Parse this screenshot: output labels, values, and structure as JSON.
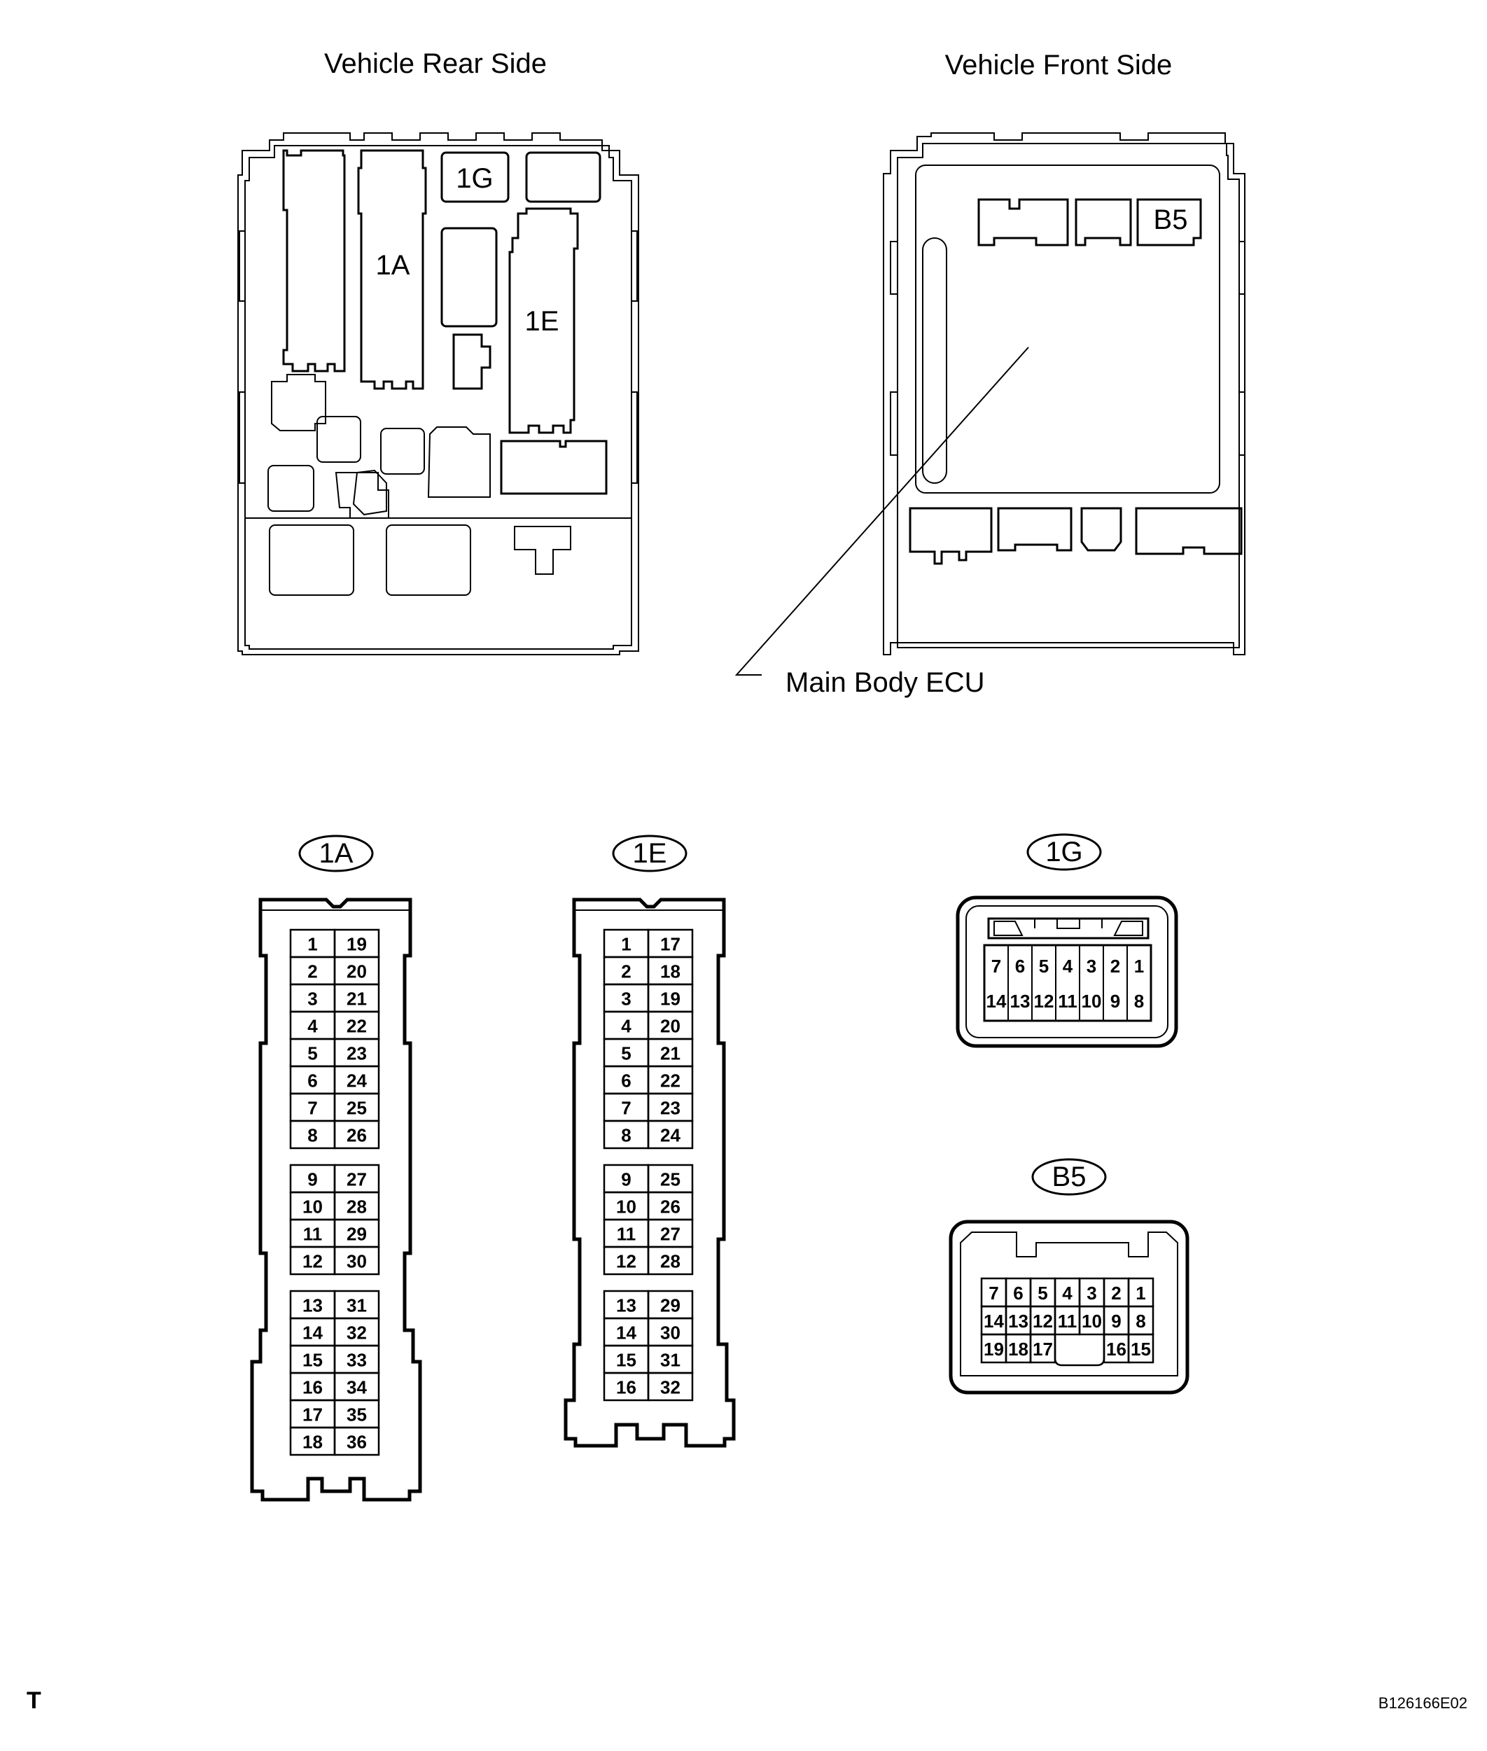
{
  "views": {
    "rear_title": "Vehicle Rear Side",
    "front_title": "Vehicle Front Side",
    "ecu_label": "Main Body ECU",
    "rear_labels": {
      "c1A": "1A",
      "c1G": "1G",
      "c1E": "1E"
    },
    "front_labels": {
      "cB5": "B5"
    }
  },
  "connectors": {
    "c1A": {
      "badge": "1A",
      "groups": [
        [
          [
            "1",
            "19"
          ],
          [
            "2",
            "20"
          ],
          [
            "3",
            "21"
          ],
          [
            "4",
            "22"
          ],
          [
            "5",
            "23"
          ],
          [
            "6",
            "24"
          ],
          [
            "7",
            "25"
          ],
          [
            "8",
            "26"
          ]
        ],
        [
          [
            "9",
            "27"
          ],
          [
            "10",
            "28"
          ],
          [
            "11",
            "29"
          ],
          [
            "12",
            "30"
          ]
        ],
        [
          [
            "13",
            "31"
          ],
          [
            "14",
            "32"
          ],
          [
            "15",
            "33"
          ],
          [
            "16",
            "34"
          ],
          [
            "17",
            "35"
          ],
          [
            "18",
            "36"
          ]
        ]
      ]
    },
    "c1E": {
      "badge": "1E",
      "groups": [
        [
          [
            "1",
            "17"
          ],
          [
            "2",
            "18"
          ],
          [
            "3",
            "19"
          ],
          [
            "4",
            "20"
          ],
          [
            "5",
            "21"
          ],
          [
            "6",
            "22"
          ],
          [
            "7",
            "23"
          ],
          [
            "8",
            "24"
          ]
        ],
        [
          [
            "9",
            "25"
          ],
          [
            "10",
            "26"
          ],
          [
            "11",
            "27"
          ],
          [
            "12",
            "28"
          ]
        ],
        [
          [
            "13",
            "29"
          ],
          [
            "14",
            "30"
          ],
          [
            "15",
            "31"
          ],
          [
            "16",
            "32"
          ]
        ]
      ]
    },
    "c1G": {
      "badge": "1G",
      "rows": [
        [
          "7",
          "6",
          "5",
          "4",
          "3",
          "2",
          "1"
        ],
        [
          "14",
          "13",
          "12",
          "11",
          "10",
          "9",
          "8"
        ]
      ]
    },
    "cB5": {
      "badge": "B5",
      "rows": [
        [
          "7",
          "6",
          "5",
          "4",
          "3",
          "2",
          "1"
        ],
        [
          "14",
          "13",
          "12",
          "11",
          "10",
          "9",
          "8"
        ],
        [
          "19",
          "18",
          "17",
          "",
          "",
          "16",
          "15"
        ]
      ]
    }
  },
  "footer": {
    "left_mark": "T",
    "figure_code": "B126166E02"
  }
}
